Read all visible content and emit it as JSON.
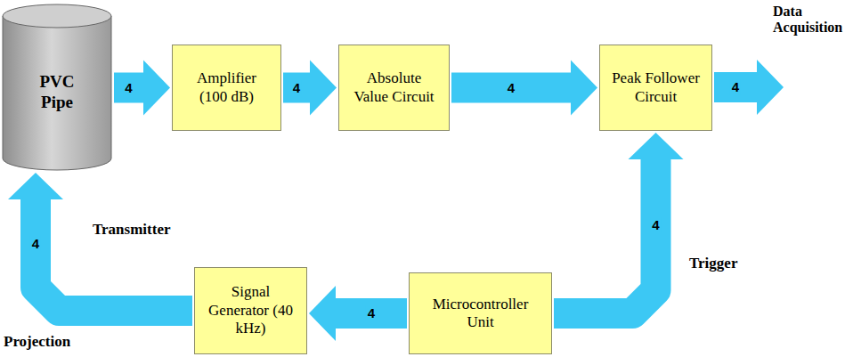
{
  "diagram": {
    "nodes": [
      {
        "text": [
          "PVC Pipe"
        ]
      },
      {
        "text": [
          "Amplifier (100 dB)"
        ]
      },
      {
        "text": [
          "Absolute Value Circuit"
        ]
      },
      {
        "text": [
          "Peak Follower Circuit"
        ]
      },
      {
        "text": [
          "Signal Generator (40 kHz)"
        ]
      },
      {
        "text": [
          "Microcontroller Unit"
        ]
      }
    ],
    "edges": [
      {
        "from": 0,
        "to": 1,
        "label": "4",
        "arrow": "to"
      },
      {
        "from": 1,
        "to": 2,
        "label": "4",
        "arrow": "to"
      },
      {
        "from": 2,
        "to": 3,
        "label": "4",
        "arrow": "to"
      },
      {
        "from": 5,
        "to": 4,
        "label": "4",
        "arrow": "to"
      },
      {
        "from": 4,
        "to": 0,
        "label": "4",
        "arrow": "to"
      },
      {
        "from": 5,
        "to": 3,
        "label": "4",
        "arrow": "to"
      }
    ],
    "labels": [
      "Data Acquisition",
      "4",
      "Transmitter",
      "Projection",
      "Trigger"
    ]
  }
}
